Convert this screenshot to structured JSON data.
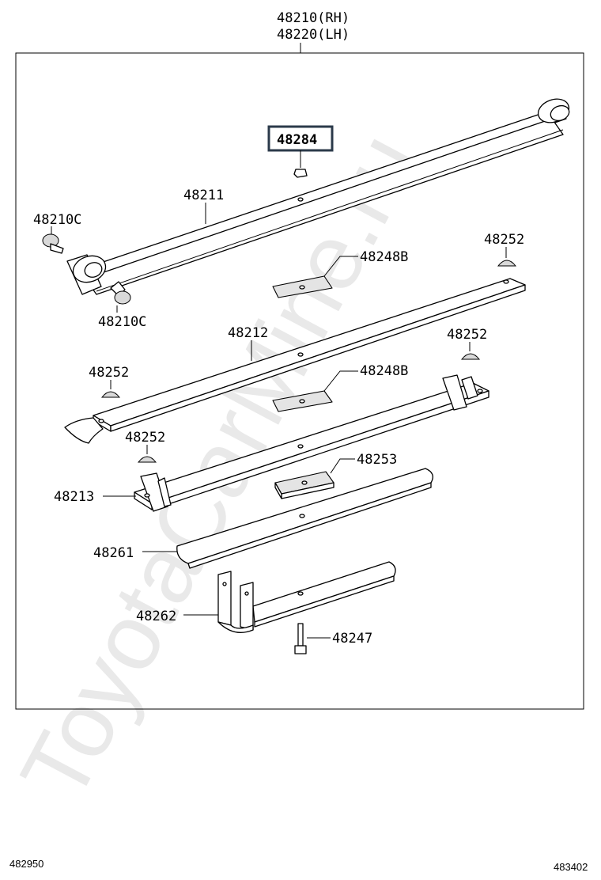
{
  "title": {
    "rh": "48210(RH)",
    "lh": "48220(LH)"
  },
  "labels": {
    "p48284": "48284",
    "p48211": "48211",
    "p48210c_top": "48210C",
    "p48210c_bottom": "48210C",
    "p48252_1": "48252",
    "p48248b_1": "48248B",
    "p48212": "48212",
    "p48252_2": "48252",
    "p48252_3": "48252",
    "p48248b_2": "48248B",
    "p48252_4": "48252",
    "p48253": "48253",
    "p48213": "48213",
    "p48261": "48261",
    "p48262": "48262",
    "p48247": "48247"
  },
  "footer": {
    "left": "482950",
    "right": "483402"
  },
  "watermark": "ToyotaCarMine.ru",
  "colors": {
    "highlight_box": "#2b3a4a",
    "line": "#000000",
    "watermark": "#e9e9e9"
  }
}
